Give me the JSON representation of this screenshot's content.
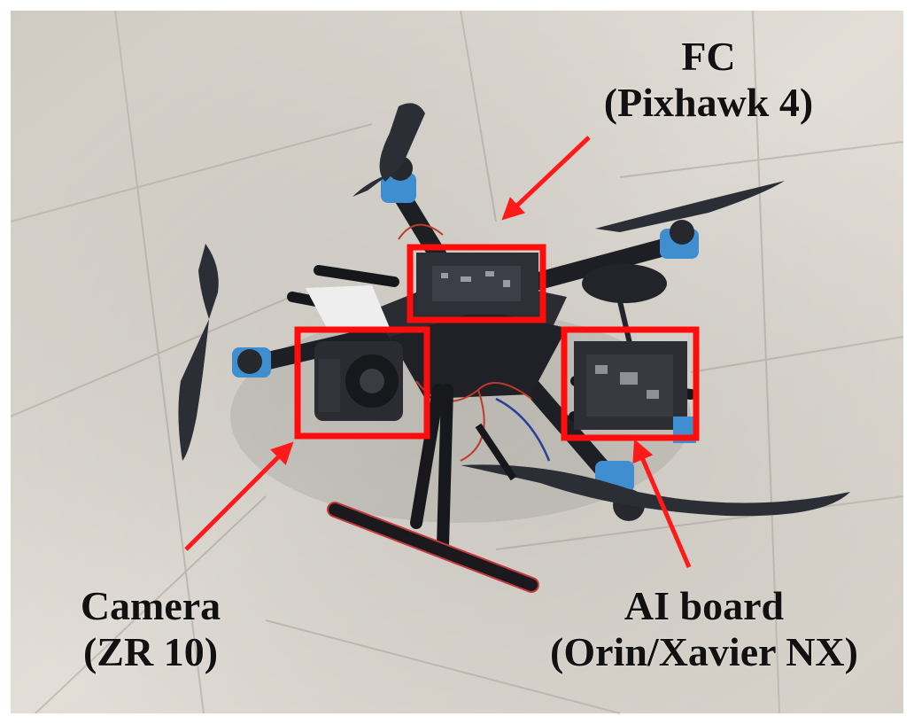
{
  "labels": {
    "fc": {
      "line1": "FC",
      "line2": "(Pixhawk 4)"
    },
    "camera": {
      "line1": "Camera",
      "line2": "(ZR 10)"
    },
    "ai_board": {
      "line1": "AI board",
      "line2": "(Orin/Xavier NX)"
    }
  },
  "colors": {
    "highlight": "#ff0d0d",
    "arrow": "#ff1a1a",
    "floor": "#d9d4cc",
    "frame": "#1d1f24",
    "accent_blue": "#3f8fd0"
  }
}
